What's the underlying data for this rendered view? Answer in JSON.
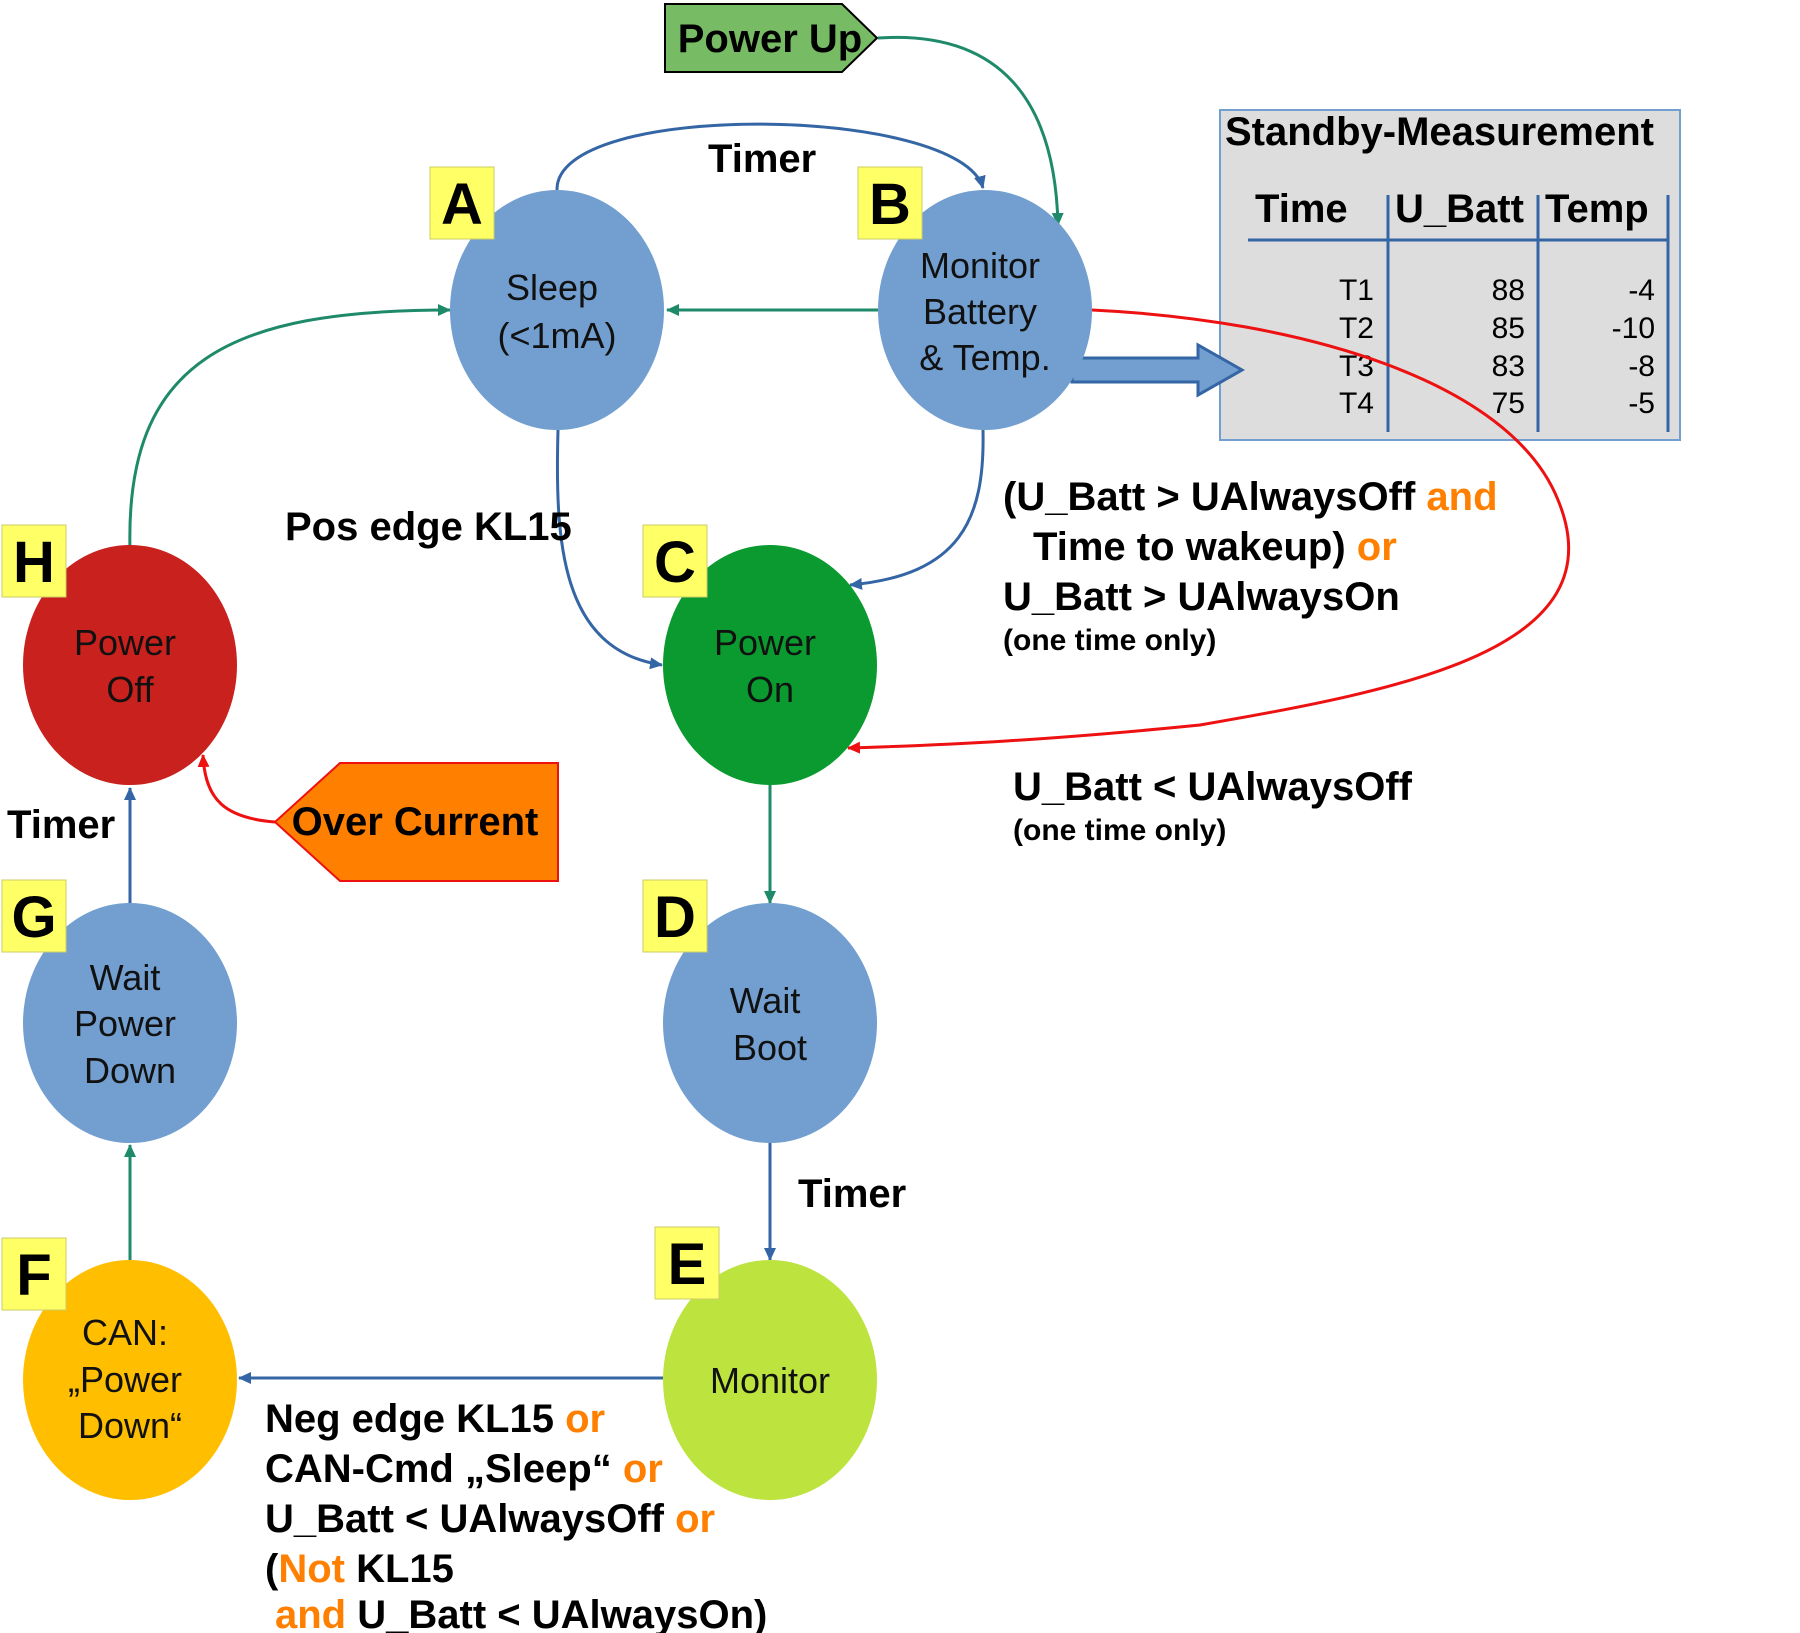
{
  "colors": {
    "blue_node": "#729fcf",
    "green_node": "#0b9a2f",
    "red_node": "#c9211e",
    "lime_node": "#bde33e",
    "yellow_node": "#ffbf00",
    "letter_bg": "#ffff66",
    "arrow_blue": "#3465a4",
    "arrow_green": "#1f8a6a",
    "arrow_red": "#ee1111",
    "keyword_orange": "#ff8000",
    "power_up_fill": "#77bc65",
    "over_current_fill": "#ff8000",
    "table_bg": "#dddddd"
  },
  "states": [
    {
      "id": "A",
      "letter": "A",
      "lines": [
        "Sleep",
        "(<1mA)"
      ]
    },
    {
      "id": "B",
      "letter": "B",
      "lines": [
        "Monitor",
        "Battery",
        "& Temp."
      ]
    },
    {
      "id": "C",
      "letter": "C",
      "lines": [
        "Power",
        "On"
      ]
    },
    {
      "id": "D",
      "letter": "D",
      "lines": [
        "Wait",
        "Boot"
      ]
    },
    {
      "id": "E",
      "letter": "E",
      "lines": [
        "Monitor"
      ]
    },
    {
      "id": "F",
      "letter": "F",
      "lines": [
        "CAN:",
        "„Power",
        "Down“"
      ]
    },
    {
      "id": "G",
      "letter": "G",
      "lines": [
        "Wait",
        "Power",
        "Down"
      ]
    },
    {
      "id": "H",
      "letter": "H",
      "lines": [
        "Power",
        "Off"
      ]
    }
  ],
  "tags": {
    "power_up": "Power Up",
    "over_current": "Over Current"
  },
  "conditions": {
    "a_to_b": "Timer",
    "a_to_c": "Pos edge KL15",
    "b_to_c": {
      "line1_a": "(U_Batt > UAlwaysOff ",
      "line1_b": "and",
      "line2_a": "Time to wakeup) ",
      "line2_b": "or",
      "line3": "U_Batt > UAlwaysOn",
      "note": "(one time only)"
    },
    "b_to_c_low": {
      "line1": "U_Batt < UAlwaysOff",
      "note": "(one time only)"
    },
    "d_to_e": "Timer",
    "g_to_h": "Timer",
    "e_to_f": {
      "l1_a": "Neg edge KL15 ",
      "l1_b": "or",
      "l2_a": "CAN-Cmd „Sleep“ ",
      "l2_b": "or",
      "l3_a": "U_Batt < UAlwaysOff ",
      "l3_b": "or",
      "l4_a": "(",
      "l4_b": "Not",
      "l4_c": " KL15",
      "l5_a": "and",
      "l5_b": " U_Batt < UAlwaysOn)"
    }
  },
  "standby_table": {
    "title": "Standby-Measurement",
    "headers": [
      "Time",
      "U_Batt",
      "Temp"
    ],
    "rows": [
      [
        "T1",
        "88",
        "-4"
      ],
      [
        "T2",
        "85",
        "-10"
      ],
      [
        "T3",
        "83",
        "-8"
      ],
      [
        "T4",
        "75",
        "-5"
      ]
    ]
  }
}
